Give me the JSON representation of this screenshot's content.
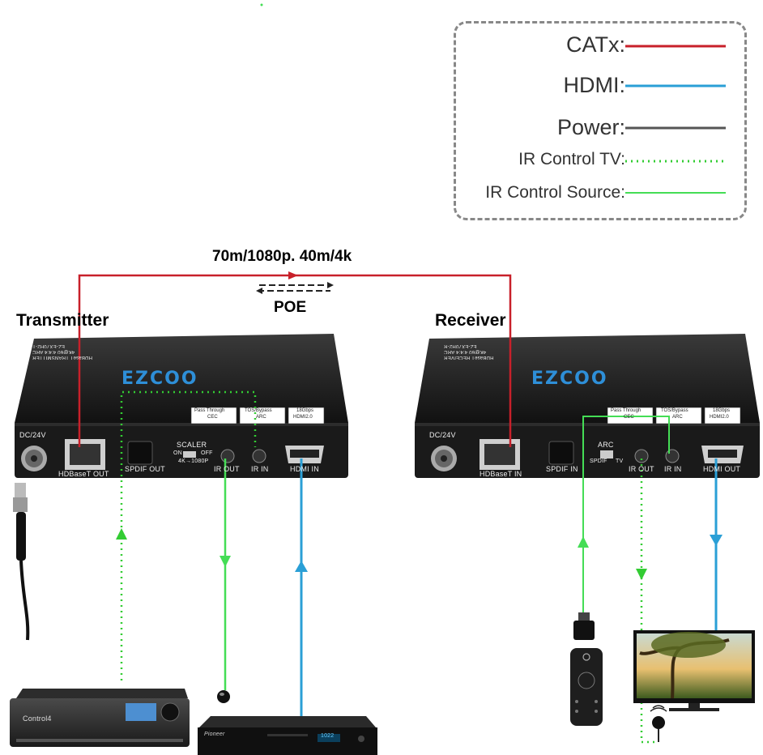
{
  "legend": {
    "items": [
      {
        "label": "CATx:",
        "color": "#c8202a",
        "style": "solid"
      },
      {
        "label": "HDMI:",
        "color": "#2a9fd6",
        "style": "solid"
      },
      {
        "label": "Power:",
        "color": "#555555",
        "style": "solid"
      },
      {
        "label": "IR Control TV:",
        "color": "#33cc33",
        "style": "dotted"
      },
      {
        "label": "IR Control Source:",
        "color": "#44dd55",
        "style": "solid-thin"
      }
    ]
  },
  "cable": {
    "distance_label": "70m/1080p.  40m/4k",
    "poe_label": "POE"
  },
  "transmitter": {
    "title": "Transmitter",
    "brand": "EZCOO",
    "model_lines": [
      "EZ-EX70H2-T",
      "4K@60 4:4:4 ARC",
      "HDBaseT TRANSMITTER"
    ],
    "tags": [
      "HDMI2.0",
      "18Gbps",
      "TOS/Bypass",
      "ARC",
      "Pass Through",
      "CEC"
    ],
    "ports": {
      "dc": "DC/24V",
      "hdbaset": "HDBaseT OUT",
      "spdif": "SPDIF OUT",
      "scaler": "SCALER",
      "scaler_on": "ON",
      "scaler_off": "OFF",
      "scaler_mode": "4K→1080P",
      "ir_out": "IR OUT",
      "ir_in": "IR IN",
      "hdmi": "HDMI IN"
    }
  },
  "receiver": {
    "title": "Receiver",
    "brand": "EZCOO",
    "model_lines": [
      "EZ-EX70H2-R",
      "4K@60 4:4:4 ARC",
      "HDBaseT RECEIVER"
    ],
    "tags": [
      "HDMI2.0",
      "18Gbps",
      "TOS/Bypass",
      "ARC",
      "Pass Through",
      "CEC"
    ],
    "ports": {
      "dc": "DC/24V",
      "hdbaset": "HDBaseT IN",
      "spdif": "SPDIF IN",
      "arc": "ARC",
      "arc_spdif": "SPDIF",
      "arc_tv": "TV",
      "ir_out": "IR OUT",
      "ir_in": "IR IN",
      "hdmi": "HDMI OUT"
    }
  },
  "devices": {
    "av_receiver_brand": "Control4",
    "player_brand": "Pioneer",
    "player_display": "1022"
  }
}
